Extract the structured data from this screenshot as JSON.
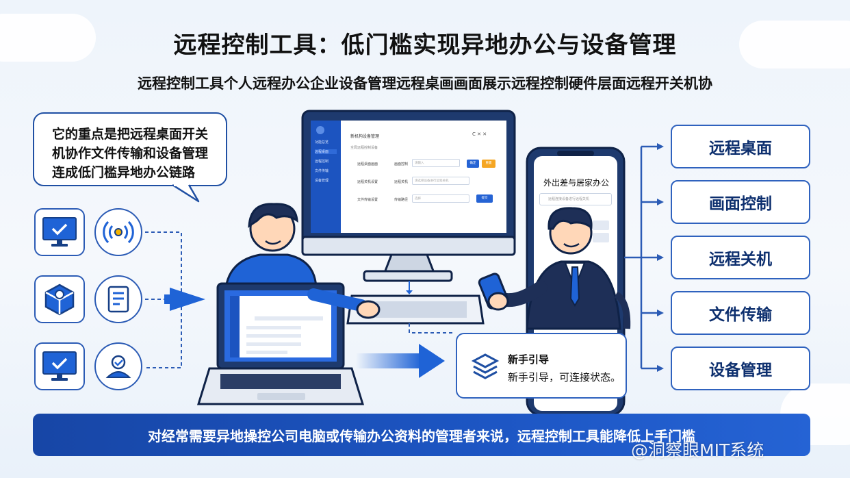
{
  "header": {
    "title": "远程控制工具：低门槛实现异地办公与设备管理",
    "subtitle": "远程控制工具个人远程办公企业设备管理远程桌画画面展示远程控制硬件层面远程开关机协"
  },
  "callout": {
    "lines": [
      "它的重点是把远程桌面开关",
      "机协作文件传输和设备管理",
      "连成低门槛异地办公链路"
    ]
  },
  "features": [
    "远程桌面",
    "画面控制",
    "远程关机",
    "文件传输",
    "设备管理"
  ],
  "left_icons": [
    "monitor-check-icon",
    "signal-icon",
    "cube-icon",
    "document-list-icon",
    "monitor-check-icon",
    "user-badge-icon"
  ],
  "monitor_ui": {
    "header": "新机构设备管理",
    "crumb": "全局远程控制设备",
    "sidebar": [
      "功能总览",
      "远程桌面",
      "远程控制",
      "文件传输",
      "设备管理"
    ],
    "rows": [
      {
        "label": "远程桌面画面",
        "field": "画面控制",
        "placeholder": "请输入"
      },
      {
        "label": "远程关机设置",
        "field": "远程关机",
        "placeholder": "请选择设备进行远程关机"
      },
      {
        "label": "文件传输设置",
        "field": "传输路径",
        "placeholder": "选择"
      }
    ],
    "buttons": [
      "确定",
      "重置",
      "提交"
    ]
  },
  "phone": {
    "title": "外出差与居家办公",
    "search_placeholder": "远程连接设备进行远程关机"
  },
  "guide": {
    "title": "新手引导",
    "description": "新手引导，可连接状态。"
  },
  "banner": {
    "text": "对经常需要异地操控公司电脑或传输办公资料的管理者来说，远程控制工具能降低上手门槛"
  },
  "watermark": "@洞察眼MIT系统",
  "colors": {
    "primary": "#1f4fa3",
    "accent": "#2563d4",
    "banner": "#1d56c4",
    "background": "#eef4fb"
  }
}
